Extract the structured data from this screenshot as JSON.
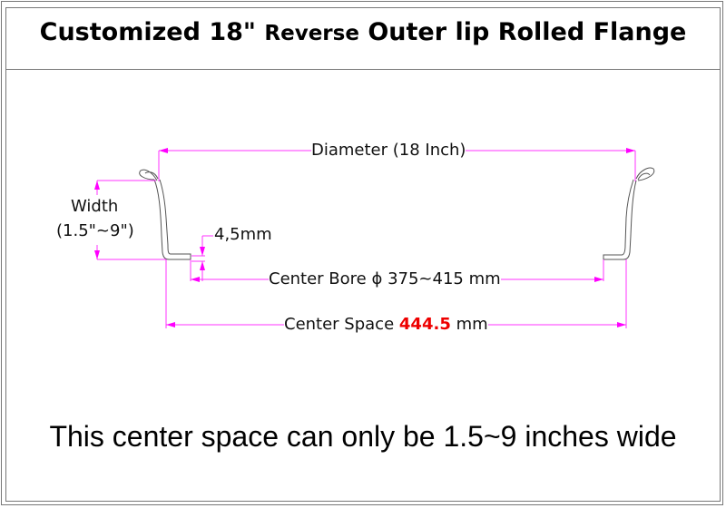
{
  "title": {
    "part1": "Customized 18\"",
    "part2": "Reverse",
    "part3": "Outer lip Rolled Flange"
  },
  "labels": {
    "diameter": "Diameter (18 Inch)",
    "width_line1": "Width",
    "width_line2": "(1.5\"~9\")",
    "thickness": "4,5mm",
    "center_bore": "Center Bore ϕ 375~415 mm",
    "center_space_prefix": "Center Space",
    "center_space_value": "444.5",
    "center_space_unit": "mm"
  },
  "note": "This center space can only be 1.5~9 inches wide",
  "colors": {
    "dimension": "#ff33ff",
    "highlight": "#ee0000",
    "profile": "#555555"
  }
}
